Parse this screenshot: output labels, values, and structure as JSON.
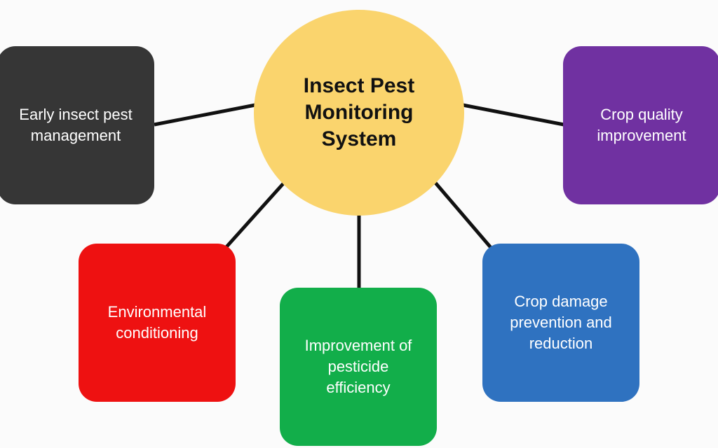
{
  "center": {
    "label": "Insect Pest Monitoring System",
    "color": "#fad46d"
  },
  "nodes": [
    {
      "label": "Early insect pest management",
      "color": "#363636"
    },
    {
      "label": "Crop quality improvement",
      "color": "#7031a1"
    },
    {
      "label": "Environmental conditioning",
      "color": "#ee1111"
    },
    {
      "label": "Improvement of pesticide efficiency",
      "color": "#12ae4a"
    },
    {
      "label": "Crop damage prevention and reduction",
      "color": "#2f72c0"
    }
  ]
}
